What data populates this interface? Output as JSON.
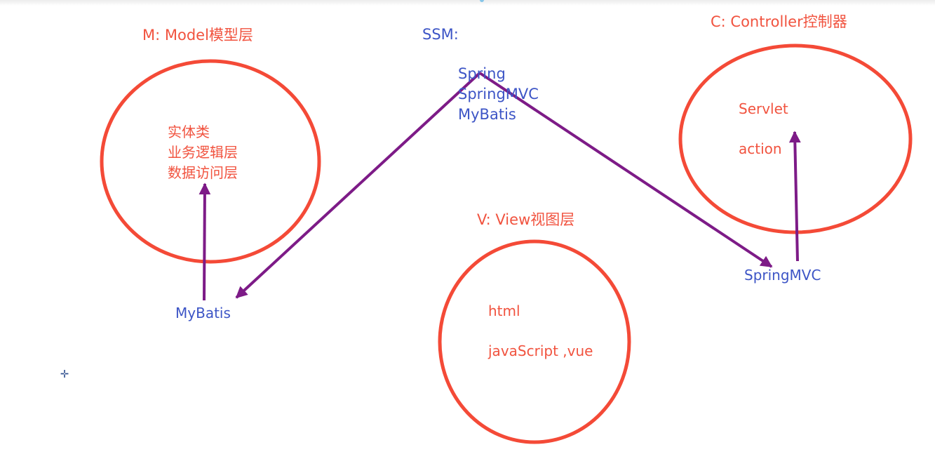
{
  "model": {
    "title": "M:  Model模型层",
    "items": [
      "实体类",
      "业务逻辑层",
      "数据访问层"
    ],
    "framework": "MyBatis"
  },
  "ssm": {
    "title": "SSM:",
    "items": [
      "Spring",
      "SpringMVC",
      "MyBatis"
    ]
  },
  "controller": {
    "title": "C:  Controller控制器",
    "items": [
      "Servlet",
      "action"
    ],
    "framework": "SpringMVC"
  },
  "view": {
    "title": "V: View视图层",
    "items": [
      "html",
      "javaScript  ,vue"
    ]
  },
  "colors": {
    "circle": "#f44a37",
    "arrow": "#7d1b87",
    "label_red": "#f1533f",
    "label_blue": "#3d55c6"
  }
}
